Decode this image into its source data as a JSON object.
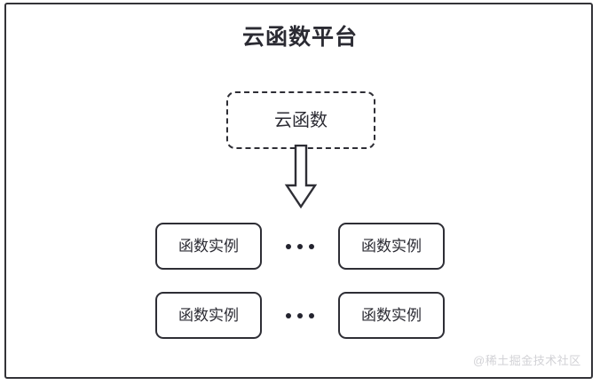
{
  "diagram": {
    "title": "云函数平台",
    "cloud_function": {
      "label": "云函数",
      "border_style": "dashed"
    },
    "arrow": {
      "name": "down-arrow",
      "direction": "down"
    },
    "instance_rows": [
      {
        "left_instance": "函数实例",
        "ellipsis": "•••",
        "right_instance": "函数实例"
      },
      {
        "left_instance": "函数实例",
        "ellipsis": "•••",
        "right_instance": "函数实例"
      }
    ],
    "watermark": "@稀土掘金技术社区",
    "colors": {
      "stroke": "#2e2e35",
      "frame_stroke": "#333338",
      "text": "#2b2b33",
      "background": "#ffffff",
      "watermark": "#d2d2d6"
    }
  }
}
